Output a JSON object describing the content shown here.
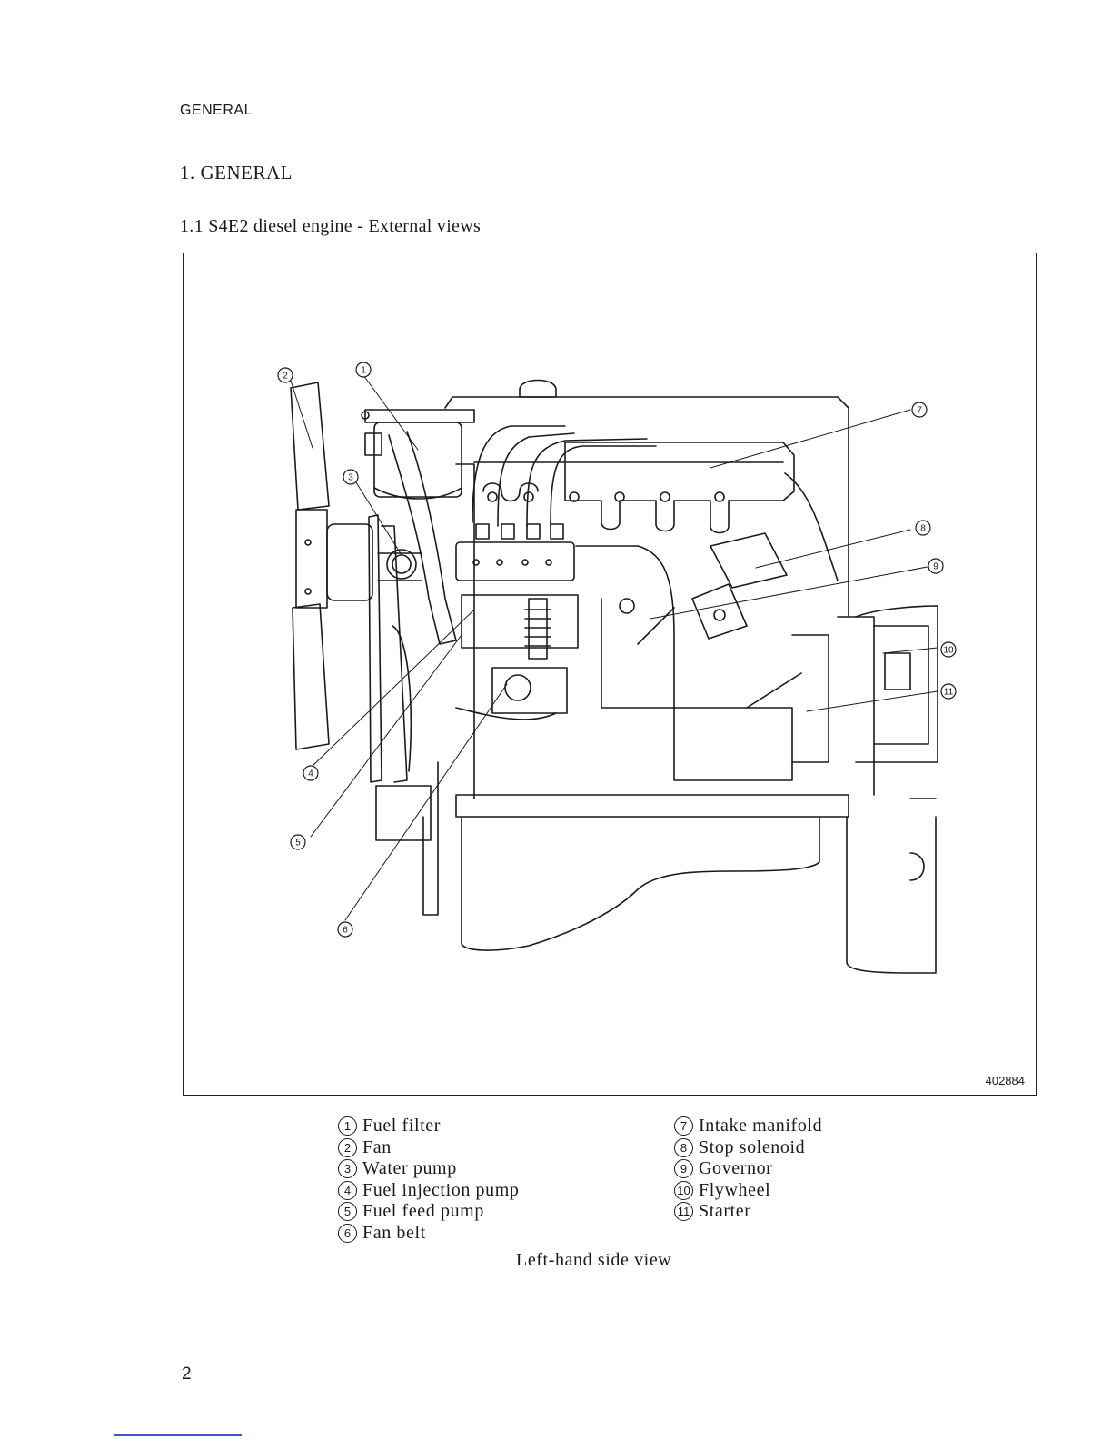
{
  "header": {
    "running_head": "GENERAL"
  },
  "section": {
    "title": "1. GENERAL",
    "subtitle": "1.1 S4E2 diesel engine - External views"
  },
  "figure": {
    "number": "402884",
    "callouts": [
      "1",
      "2",
      "3",
      "4",
      "5",
      "6",
      "7",
      "8",
      "9",
      "10",
      "11"
    ]
  },
  "legend": {
    "left": [
      {
        "num": "1",
        "label": "Fuel filter"
      },
      {
        "num": "2",
        "label": "Fan"
      },
      {
        "num": "3",
        "label": "Water pump"
      },
      {
        "num": "4",
        "label": "Fuel injection pump"
      },
      {
        "num": "5",
        "label": "Fuel feed pump"
      },
      {
        "num": "6",
        "label": "Fan belt"
      }
    ],
    "right": [
      {
        "num": "7",
        "label": "Intake manifold"
      },
      {
        "num": "8",
        "label": "Stop solenoid"
      },
      {
        "num": "9",
        "label": "Governor"
      },
      {
        "num": "10",
        "label": "Flywheel"
      },
      {
        "num": "11",
        "label": "Starter"
      }
    ]
  },
  "caption": "Left-hand side view",
  "page_number": "2"
}
